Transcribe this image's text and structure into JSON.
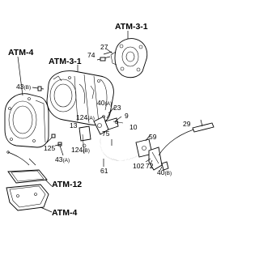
{
  "callouts": {
    "atm_3_1_top": "ATM-3-1",
    "atm_4_left": "ATM-4",
    "atm_3_1_mid": "ATM-3-1",
    "atm_12": "ATM-12",
    "atm_4_bottom": "ATM-4"
  },
  "part_numbers": {
    "n74": "74",
    "n27": "27",
    "n43b": "43",
    "n43b_suffix": "(B)",
    "n40a": "40",
    "n40a_suffix": "(A)",
    "n23": "23",
    "n9": "9",
    "n10": "10",
    "n124a": "124",
    "n124a_suffix": "(A)",
    "n13": "13",
    "n75": "75",
    "n125": "125",
    "n124b": "124",
    "n124b_suffix": "(B)",
    "n43a": "43",
    "n43a_suffix": "(A)",
    "n29": "29",
    "n59": "59",
    "n102": "102",
    "n72": "72",
    "n40b": "40",
    "n40b_suffix": "(B)",
    "n61": "61"
  }
}
